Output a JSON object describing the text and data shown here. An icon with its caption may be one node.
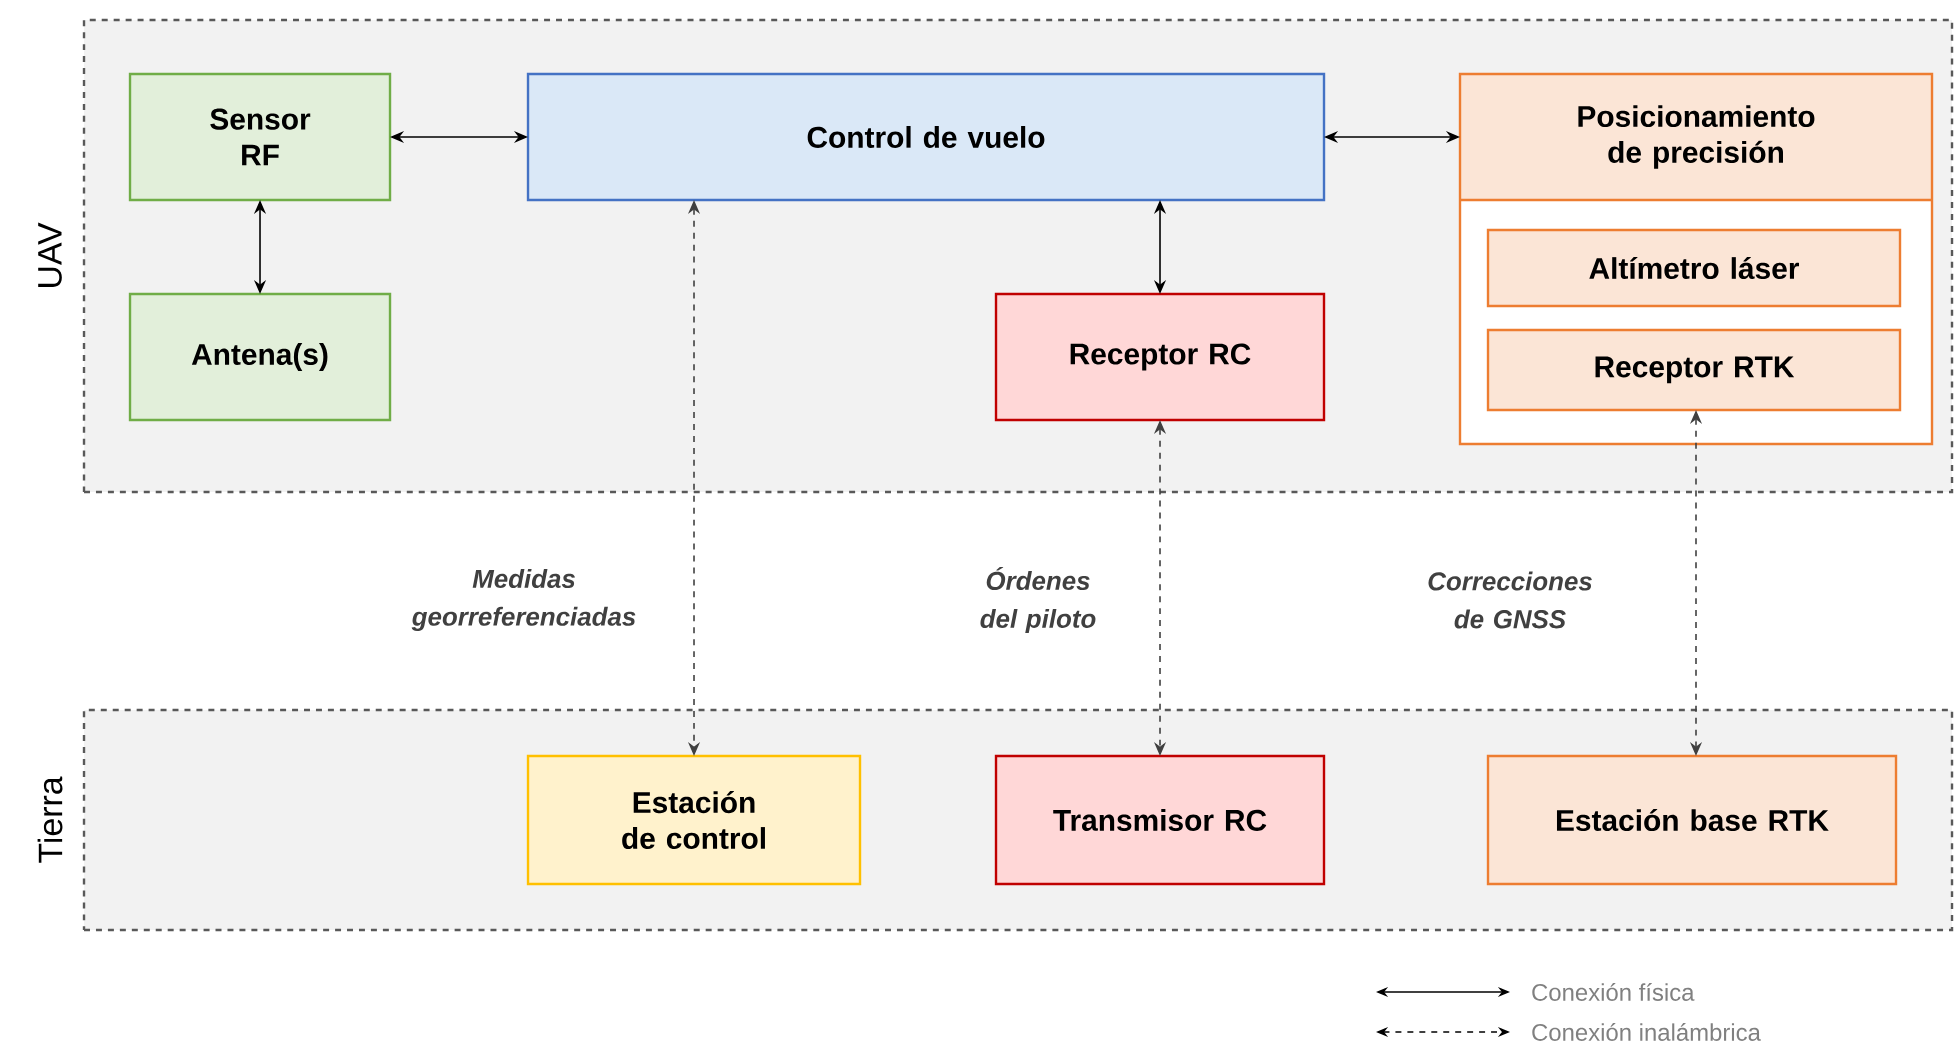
{
  "diagram": {
    "nodes": [
      {
        "text": [
          "UAV"
        ]
      },
      {
        "text": [
          "Sensor RF"
        ],
        "in": 0
      },
      {
        "text": [
          "Control de vuelo"
        ],
        "in": 0
      },
      {
        "text": [
          "Posicionamiento de precisión"
        ],
        "in": 0
      },
      {
        "text": [
          "Antena(s)"
        ],
        "in": 0
      },
      {
        "text": [
          "Receptor RC"
        ],
        "in": 0
      },
      {
        "text": [
          "Altímetro láser"
        ],
        "in": 3
      },
      {
        "text": [
          "Receptor RTK"
        ],
        "in": 3
      },
      {
        "text": [
          "Tierra"
        ]
      },
      {
        "text": [
          "Estación de control"
        ],
        "in": 8
      },
      {
        "text": [
          "Transmisor RC"
        ],
        "in": 8
      },
      {
        "text": [
          "Estación base RTK"
        ],
        "in": 8
      }
    ],
    "edges": [
      {
        "from": 1,
        "to": 2,
        "arrow": "both"
      },
      {
        "from": 2,
        "to": 3,
        "arrow": "both"
      },
      {
        "from": 1,
        "to": 4,
        "arrow": "both"
      },
      {
        "from": 2,
        "to": 5,
        "arrow": "both"
      },
      {
        "from": 2,
        "to": 9,
        "arrow": "both",
        "style": "dashed",
        "label": "Medidas georreferenciadas"
      },
      {
        "from": 5,
        "to": 10,
        "arrow": "both",
        "style": "dashed",
        "label": "Órdenes del piloto"
      },
      {
        "from": 7,
        "to": 11,
        "arrow": "both",
        "style": "dashed",
        "label": "Correcciones de GNSS"
      }
    ],
    "legend": [
      {
        "text": "Conexión física"
      },
      {
        "text": "Conexión inalámbrica"
      }
    ]
  }
}
